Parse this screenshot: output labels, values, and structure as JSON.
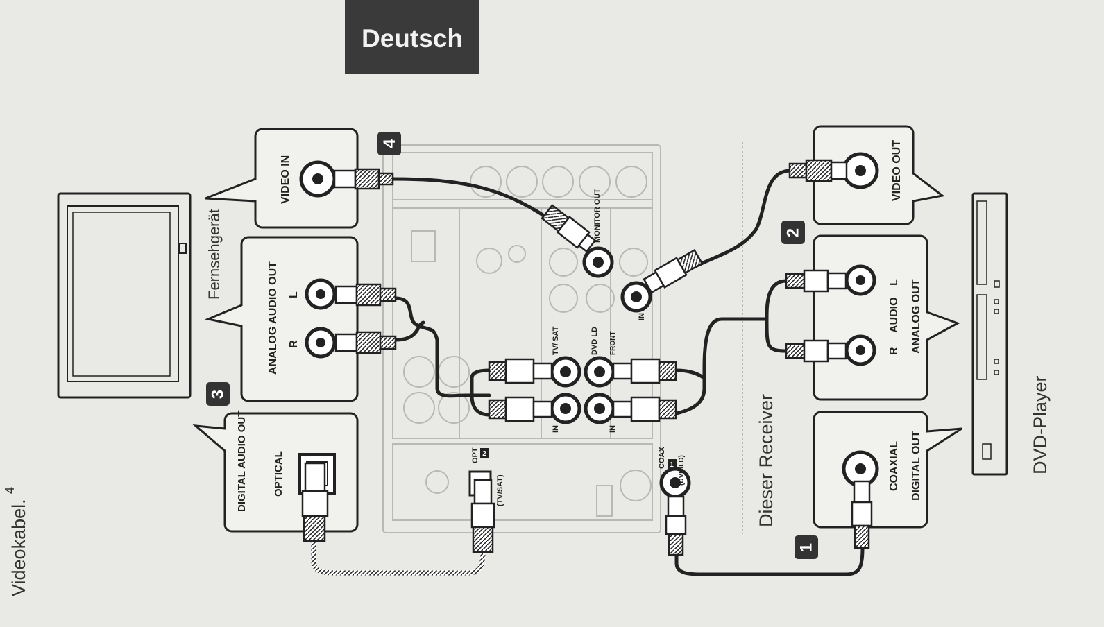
{
  "header": {
    "language_tab": "Deutsch"
  },
  "side_text": {
    "caption": "Videokabel.",
    "caption_number": "4",
    "tv_label": "Fernsehgerät",
    "receiver_label": "Dieser Receiver",
    "dvd_label": "DVD-Player"
  },
  "tv_panel": {
    "video_in": "VIDEO IN",
    "analog_audio_out": "ANALOG AUDIO OUT",
    "r": "R",
    "l": "L",
    "digital_audio_out": "DIGITAL AUDIO OUT",
    "optical": "OPTICAL"
  },
  "receiver_panel": {
    "monitor_out": "MONITOR OUT",
    "in": "IN",
    "tv_sat": "TV/ SAT",
    "dvd_ld": "DVD LD",
    "front": "FRONT",
    "opt_2": "OPT",
    "opt_2_num": "2",
    "opt_2_src": "(TV/SAT)",
    "coax_1": "COAX",
    "coax_1_num": "1",
    "coax_1_src": "(DVD/LD)"
  },
  "dvd_panel": {
    "video_out": "VIDEO OUT",
    "audio": "AUDIO",
    "analog_out": "ANALOG OUT",
    "r": "R",
    "l": "L",
    "coaxial": "COAXIAL",
    "digital_out": "DIGITAL OUT"
  },
  "steps": [
    "1",
    "2",
    "3",
    "4"
  ]
}
